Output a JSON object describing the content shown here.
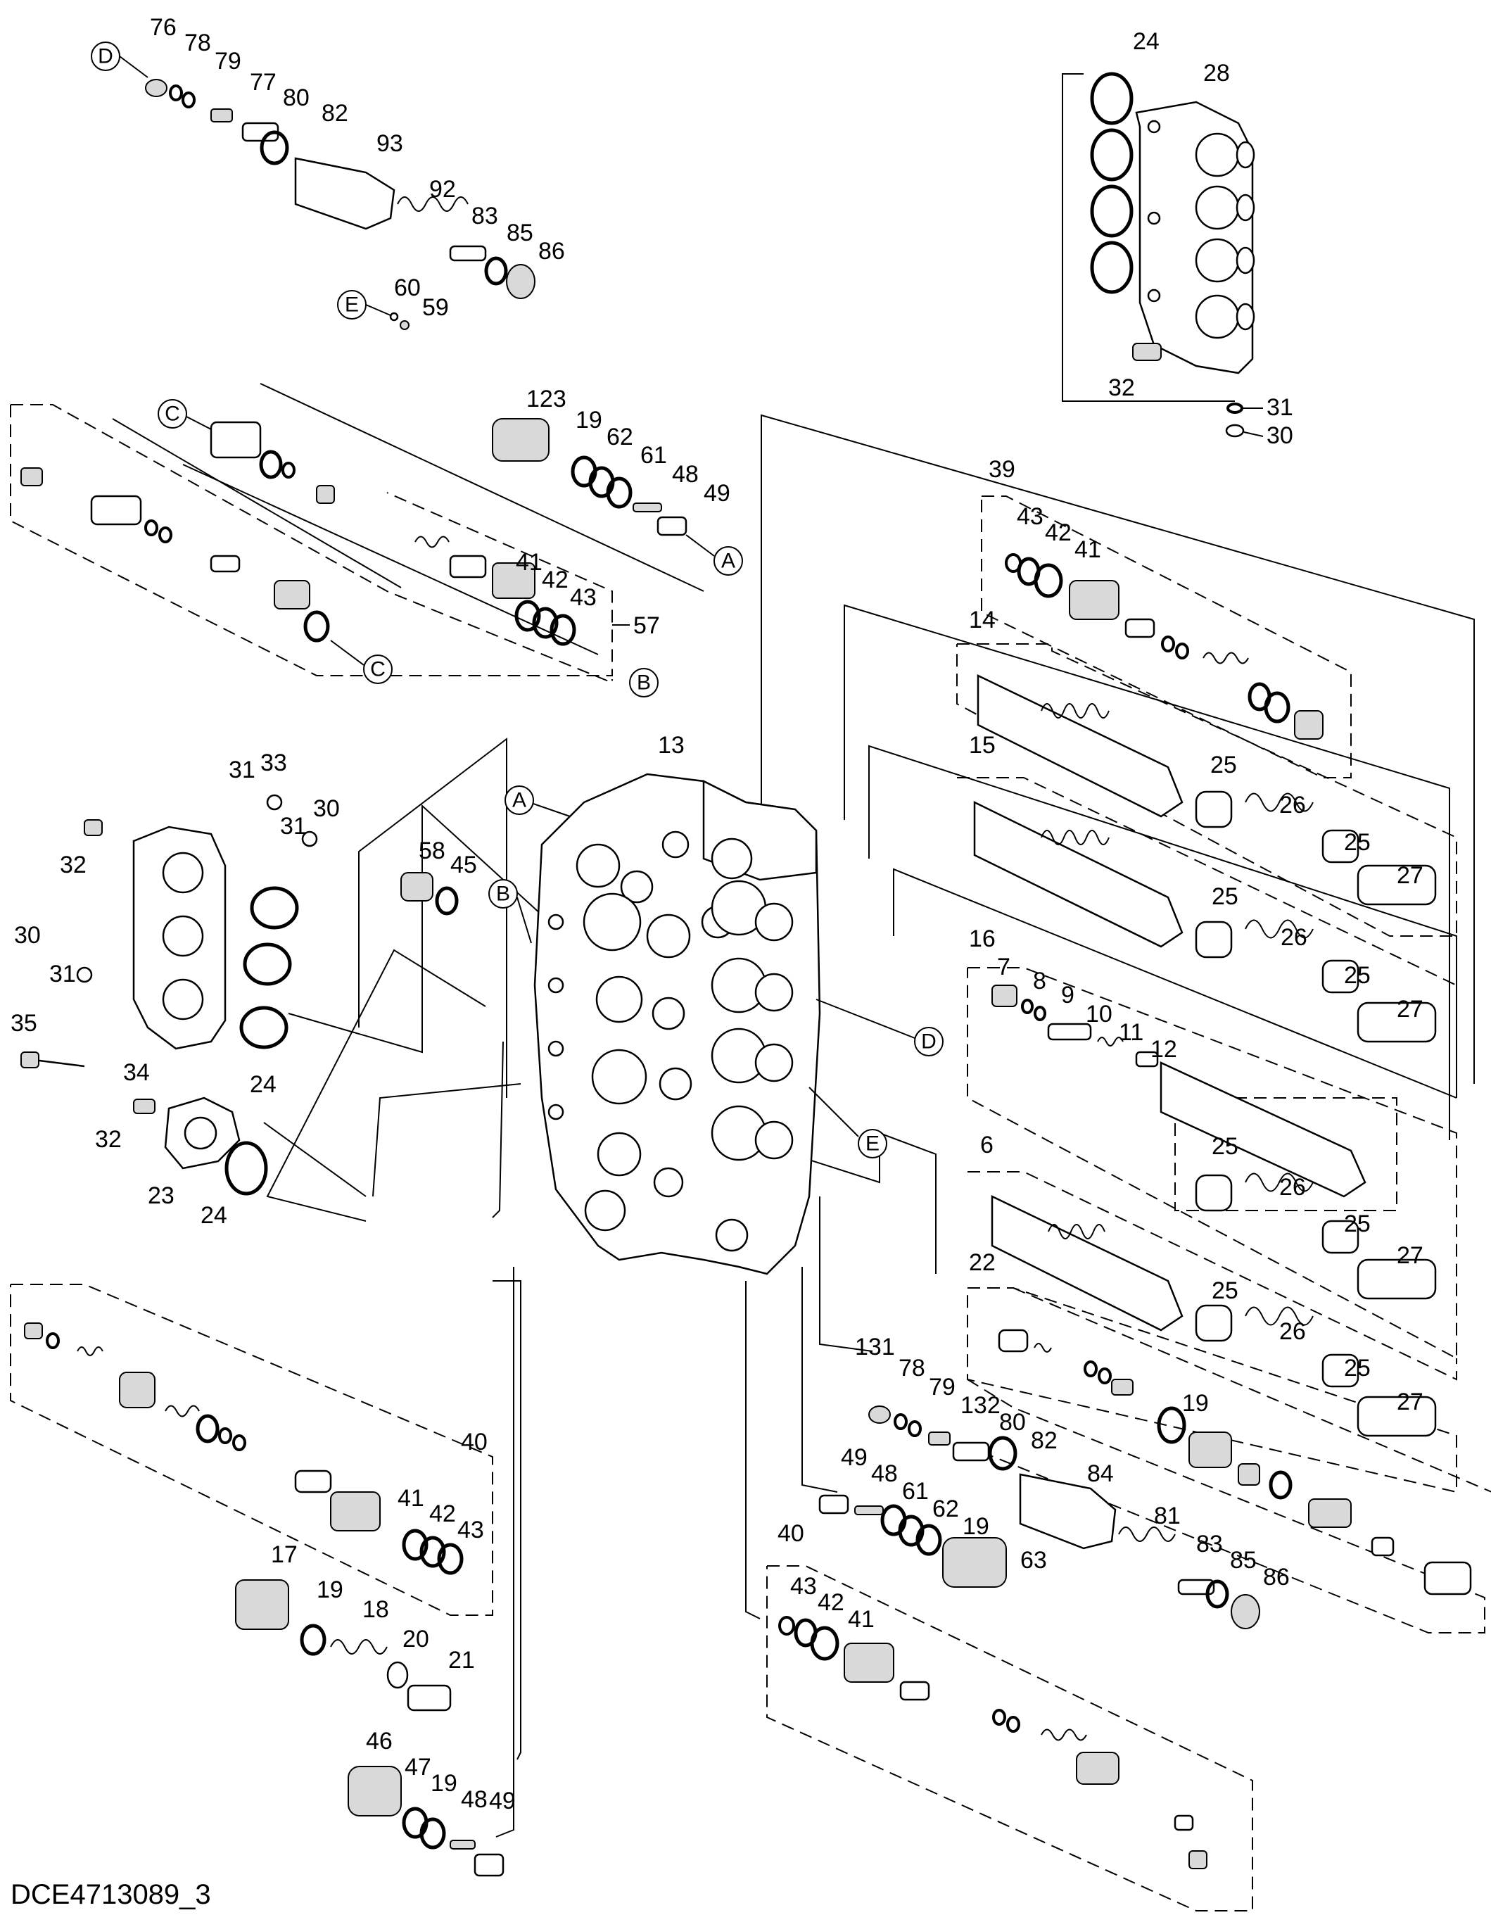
{
  "diagram_id": "DCE4713089_3",
  "callouts": [
    "A",
    "B",
    "C",
    "D",
    "E"
  ],
  "part_numbers": {
    "p6": "6",
    "p7": "7",
    "p8": "8",
    "p9": "9",
    "p10": "10",
    "p11": "11",
    "p12": "12",
    "p13": "13",
    "p14": "14",
    "p15": "15",
    "p16": "16",
    "p17": "17",
    "p18": "18",
    "p19": "19",
    "p20": "20",
    "p21": "21",
    "p22": "22",
    "p23": "23",
    "p24": "24",
    "p25": "25",
    "p26": "26",
    "p27": "27",
    "p28": "28",
    "p30": "30",
    "p31": "31",
    "p32": "32",
    "p33": "33",
    "p34": "34",
    "p35": "35",
    "p39": "39",
    "p40": "40",
    "p41": "41",
    "p42": "42",
    "p43": "43",
    "p45": "45",
    "p46": "46",
    "p47": "47",
    "p48": "48",
    "p49": "49",
    "p57": "57",
    "p58": "58",
    "p59": "59",
    "p60": "60",
    "p61": "61",
    "p62": "62",
    "p63": "63",
    "p76": "76",
    "p77": "77",
    "p78": "78",
    "p79": "79",
    "p80": "80",
    "p81": "81",
    "p82": "82",
    "p83": "83",
    "p84": "84",
    "p85": "85",
    "p86": "86",
    "p92": "92",
    "p93": "93",
    "p123": "123",
    "p131": "131",
    "p132": "132"
  }
}
